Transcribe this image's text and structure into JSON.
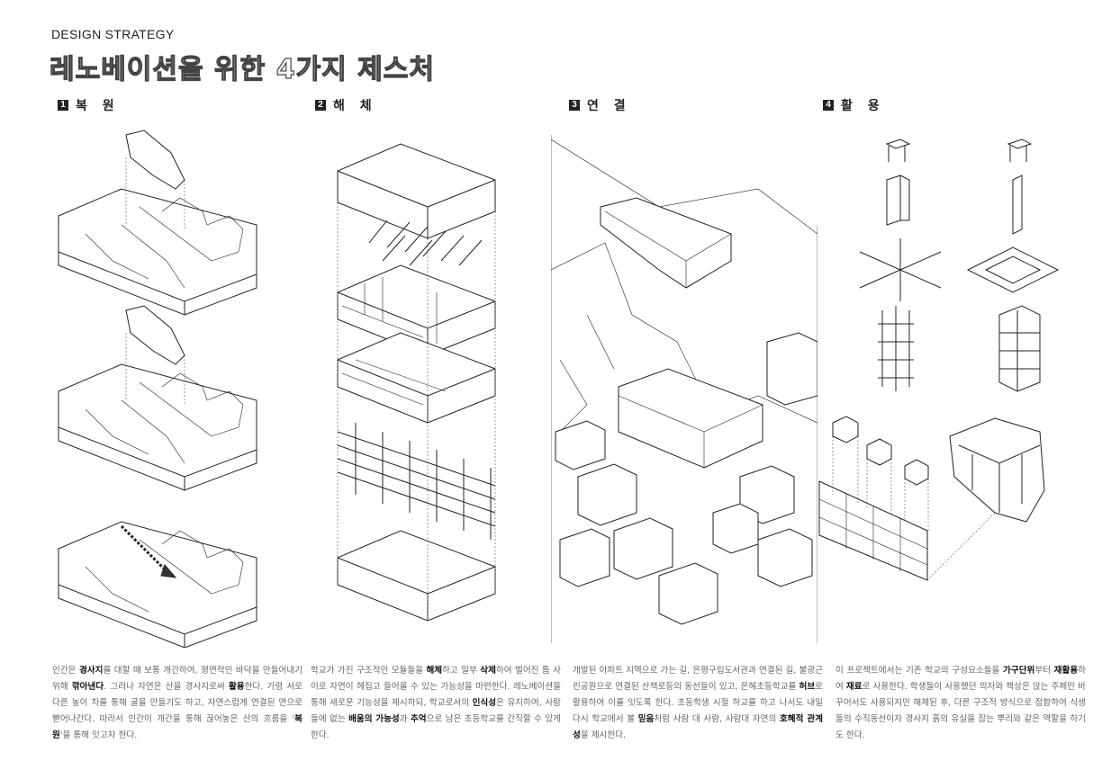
{
  "header": {
    "kicker": "DESIGN STRATEGY",
    "title": "레노베이션을 위한 4가지 제스처"
  },
  "sections": [
    {
      "number": "1",
      "title": "복 원",
      "paragraph": [
        {
          "t": "인간은 "
        },
        {
          "t": "경사지",
          "b": true
        },
        {
          "t": "를 대할 때 보통 개간하여, 평면적인 바닥을 만들어내기 위해 "
        },
        {
          "t": "깎아낸다",
          "b": true
        },
        {
          "t": ". 그러나 자연은 산을 경사지로써 "
        },
        {
          "t": "활용",
          "b": true
        },
        {
          "t": "한다. 가령 서로 다른 높이 차를 통해 굴을 만들기도 하고, 자연스럽게 연결된 면으로 뻗어나간다. 따라서 인간이 개간을 통해 끊어놓은 산의 흐름을 '"
        },
        {
          "t": "복원",
          "b": true
        },
        {
          "t": "'을 통해 잇고자 한다."
        }
      ]
    },
    {
      "number": "2",
      "title": "해 체",
      "paragraph": [
        {
          "t": "학교가 가진 구조적인 모듈들을 "
        },
        {
          "t": "해체",
          "b": true
        },
        {
          "t": "하고 일부 "
        },
        {
          "t": "삭제",
          "b": true
        },
        {
          "t": "하여 벌어진 틈 사이로 자연이 헤집고 들어올 수 있는 가능성을 마련한다. 레노베이션을 통해 새로운 기능성을 제시하되, 학교로서의 "
        },
        {
          "t": "인식성",
          "b": true
        },
        {
          "t": "은 유지하여, 사람들에 없는 "
        },
        {
          "t": "배움의 가능성",
          "b": true
        },
        {
          "t": "과 "
        },
        {
          "t": "추억",
          "b": true
        },
        {
          "t": "으로 남은 초등학교를 간직할 수 있게 한다."
        }
      ]
    },
    {
      "number": "3",
      "title": "연 결",
      "paragraph": [
        {
          "t": "개발된 아파트 지역으로 가는 길, 은평구립도서관과 연결된 길, 불광근린공원으로 연결된 산책로등의 동선들이 있고, 은혜초등학교를 "
        },
        {
          "t": "허브",
          "b": true
        },
        {
          "t": "로 활용하여 이를 잇도록 한다. 초등학생 시절 하교를 하고 나서도 내일 다시 학교에서 볼 "
        },
        {
          "t": "믿음",
          "b": true
        },
        {
          "t": "처럼 사람 대 사람, 사람대 자연의 "
        },
        {
          "t": "호혜적 관계성",
          "b": true
        },
        {
          "t": "을 제시한다."
        }
      ]
    },
    {
      "number": "4",
      "title": "활 용",
      "paragraph": [
        {
          "t": "이 프로젝트에서는 기존 학교의 구성요소들을 "
        },
        {
          "t": "가구단위",
          "b": true
        },
        {
          "t": "부터 "
        },
        {
          "t": "재활용",
          "b": true
        },
        {
          "t": "하여 "
        },
        {
          "t": "재료",
          "b": true
        },
        {
          "t": "로 사용한다. 학생들이 사용했던 의자와 책상은 앉는 주체만 바꾸어서도 사용되지만 해체된 후, 다른 구조적 방식으로 접합하여 식생들의 수직동선이자 경사지 흙의 유실을 잡는 뿌리와 같은 역할을 하기도 한다."
        }
      ]
    }
  ]
}
